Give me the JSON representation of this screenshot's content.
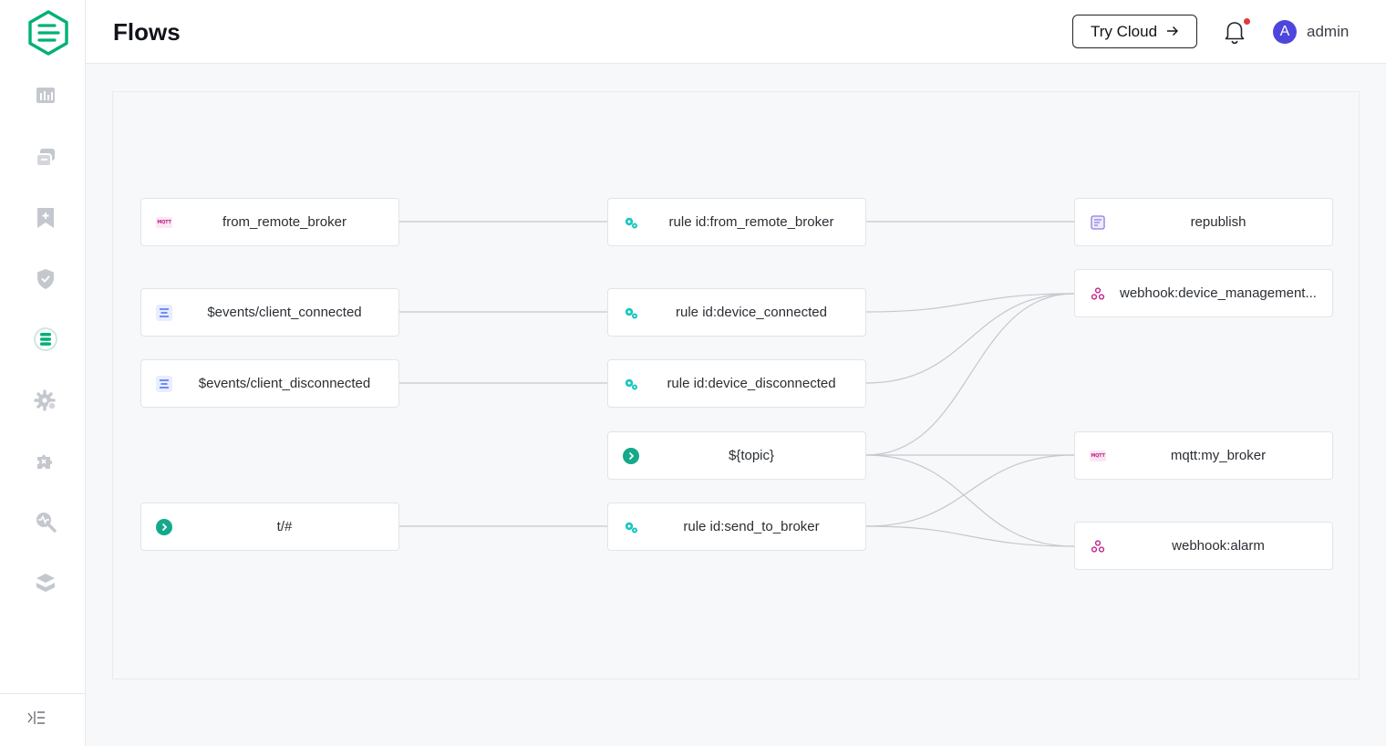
{
  "header": {
    "title": "Flows",
    "try_cloud_label": "Try Cloud",
    "username": "admin",
    "avatar_initial": "A"
  },
  "sidebar": {
    "items": [
      {
        "icon": "dashboard-icon"
      },
      {
        "icon": "connections-icon"
      },
      {
        "icon": "subscriptions-icon"
      },
      {
        "icon": "access-control-icon"
      },
      {
        "icon": "integration-icon",
        "active": true
      },
      {
        "icon": "management-icon"
      },
      {
        "icon": "extensions-icon"
      },
      {
        "icon": "diagnose-icon"
      },
      {
        "icon": "system-icon"
      }
    ],
    "collapse_icon": "collapse-sidebar-icon"
  },
  "flows": {
    "sources": [
      {
        "label": "from_remote_broker",
        "icon": "mqtt-icon"
      },
      {
        "label": "$events/client_connected",
        "icon": "event-icon"
      },
      {
        "label": "$events/client_disconnected",
        "icon": "event-icon"
      },
      {
        "label": "t/#",
        "icon": "topic-icon"
      }
    ],
    "rules": [
      {
        "label": "rule id:from_remote_broker",
        "icon": "rule-icon"
      },
      {
        "label": "rule id:device_connected",
        "icon": "rule-icon"
      },
      {
        "label": "rule id:device_disconnected",
        "icon": "rule-icon"
      },
      {
        "label": "${topic}",
        "icon": "topic-icon"
      },
      {
        "label": "rule id:send_to_broker",
        "icon": "rule-icon"
      }
    ],
    "sinks": [
      {
        "label": "republish",
        "icon": "republish-icon"
      },
      {
        "label": "webhook:device_management...",
        "icon": "webhook-icon"
      },
      {
        "label": "mqtt:my_broker",
        "icon": "mqtt-icon"
      },
      {
        "label": "webhook:alarm",
        "icon": "webhook-icon"
      }
    ]
  },
  "colors": {
    "brand": "#00b173",
    "rule_icon": "#19c7c1",
    "topic_icon": "#14a98b",
    "event_icon": "#4a6cf0",
    "mqtt_icon": "#c0238b",
    "webhook_icon": "#c0238b",
    "republish_icon": "#8b7de0",
    "avatar": "#4e46dc",
    "notification_dot": "#e5383b"
  }
}
